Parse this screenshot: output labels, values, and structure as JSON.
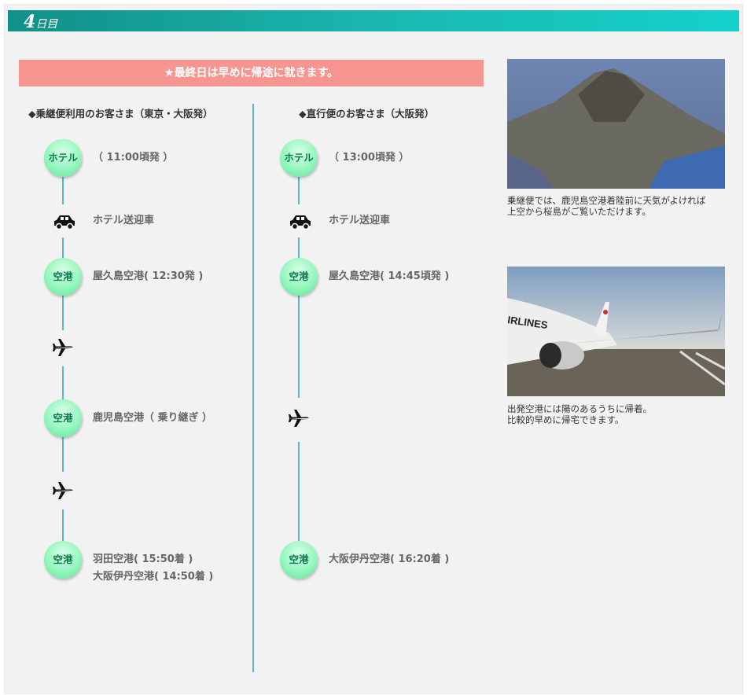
{
  "day": {
    "number": "4",
    "suffix": "日目"
  },
  "banner": "★最終日は早めに帰途に就きます。",
  "left": {
    "title": "◆乗継便利用のお客さま（東京・大阪発）",
    "steps": [
      {
        "badge": "ホテル",
        "text": "（ 11:00頃発 ）"
      },
      {
        "icon": "car",
        "text": "ホテル送迎車"
      },
      {
        "badge": "空港",
        "text": "屋久島空港( 12:30発 )"
      },
      {
        "icon": "airplane"
      },
      {
        "badge": "空港",
        "text": "鹿児島空港（ 乗り継ぎ ）"
      },
      {
        "icon": "airplane"
      },
      {
        "badge": "空港",
        "text": "羽田空港( 15:50着 )",
        "text2": "大阪伊丹空港( 14:50着 )"
      }
    ]
  },
  "right": {
    "title": "◆直行便のお客さま（大阪発）",
    "steps": [
      {
        "badge": "ホテル",
        "text": "（ 13:00頃発 ）"
      },
      {
        "icon": "car",
        "text": "ホテル送迎車"
      },
      {
        "badge": "空港",
        "text": "屋久島空港( 14:45頃発 )"
      },
      {
        "icon": "airplane"
      },
      {
        "badge": "空港",
        "text": "大阪伊丹空港( 16:20着 )"
      }
    ]
  },
  "photos": [
    {
      "caption1": "乗継便では、鹿児島空港着陸前に天気がよければ",
      "caption2": "上空から桜島がご覧いただけます。"
    },
    {
      "caption1": "出発空港には陽のあるうちに帰着。",
      "caption2": "比較的早めに帰宅できます。",
      "tail_text": "IRLINES"
    }
  ]
}
